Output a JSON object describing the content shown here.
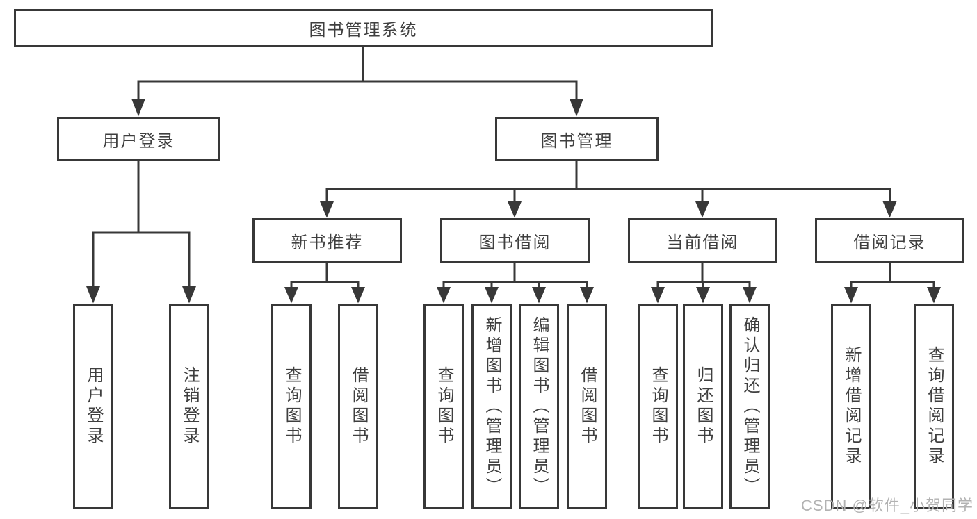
{
  "tree": {
    "label": "图书管理系统",
    "children": [
      {
        "label": "用户登录",
        "children": [
          {
            "label": "用户登录"
          },
          {
            "label": "注销登录"
          }
        ]
      },
      {
        "label": "图书管理",
        "children": [
          {
            "label": "新书推荐",
            "children": [
              {
                "label": "查询图书"
              },
              {
                "label": "借阅图书"
              }
            ]
          },
          {
            "label": "图书借阅",
            "children": [
              {
                "label": "查询图书"
              },
              {
                "label": "新增图书（管理员）"
              },
              {
                "label": "编辑图书（管理员）"
              },
              {
                "label": "借阅图书"
              }
            ]
          },
          {
            "label": "当前借阅",
            "children": [
              {
                "label": "查询图书"
              },
              {
                "label": "归还图书"
              },
              {
                "label": "确认归还（管理员）"
              }
            ]
          },
          {
            "label": "借阅记录",
            "children": [
              {
                "label": "新增借阅记录"
              },
              {
                "label": "查询借阅记录"
              }
            ]
          }
        ]
      }
    ]
  },
  "watermark": "CSDN @软件_小贺同学",
  "colors": {
    "line": "#383838",
    "text": "#3f3f3f",
    "box_fill": "#ffffff",
    "background": "#ffffff",
    "watermark": "#b2b2b2"
  }
}
